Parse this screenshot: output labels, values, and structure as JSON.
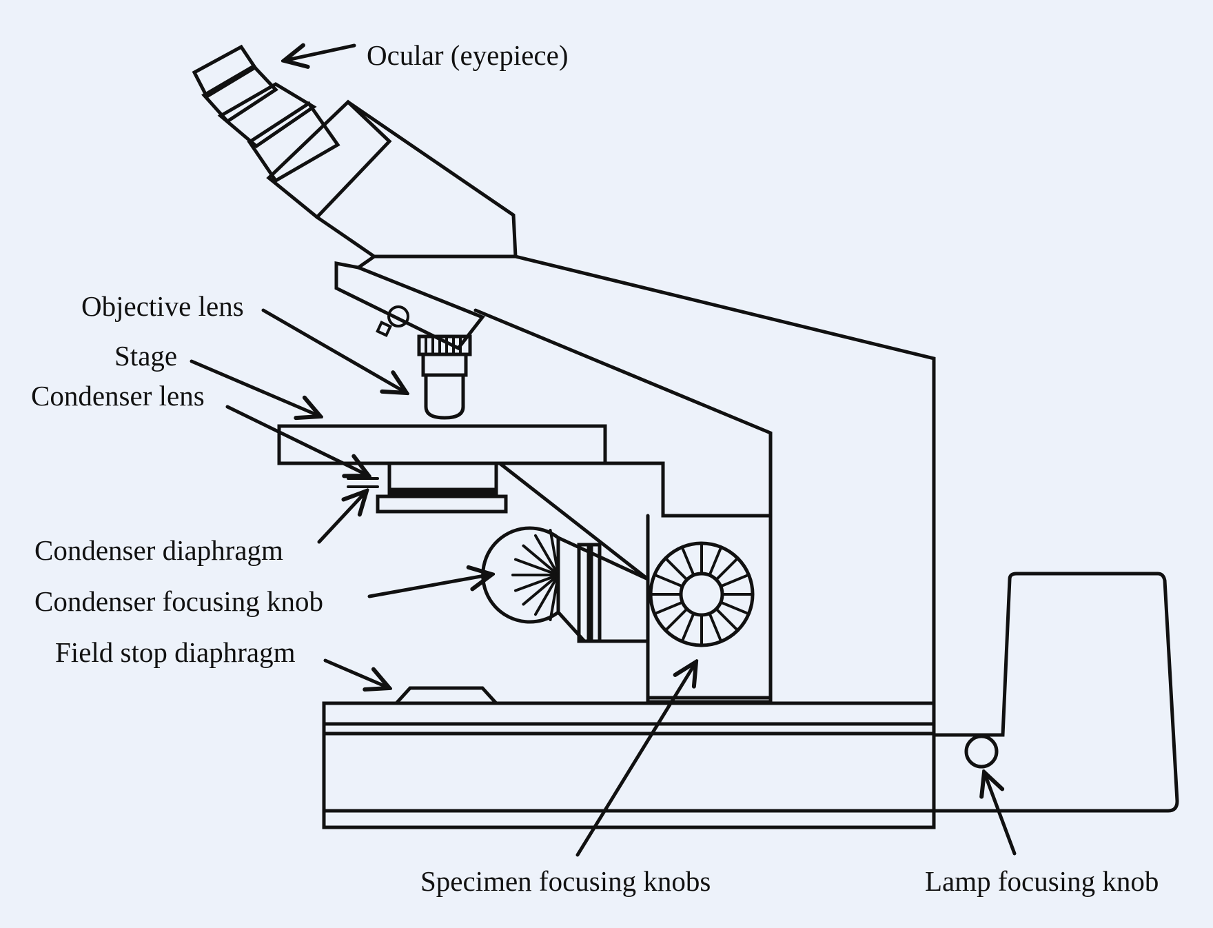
{
  "diagram": {
    "background_color": "#edf2fa",
    "line_color": "#111111",
    "labels": {
      "ocular": "Ocular (eyepiece)",
      "objective_lens": "Objective lens",
      "stage": "Stage",
      "condenser_lens": "Condenser lens",
      "condenser_diaphragm": "Condenser diaphragm",
      "condenser_focusing_knob": "Condenser focusing knob",
      "field_stop_diaphragm": "Field stop diaphragm",
      "specimen_focusing_knobs": "Specimen focusing knobs",
      "lamp_focusing_knob": "Lamp focusing knob"
    }
  }
}
